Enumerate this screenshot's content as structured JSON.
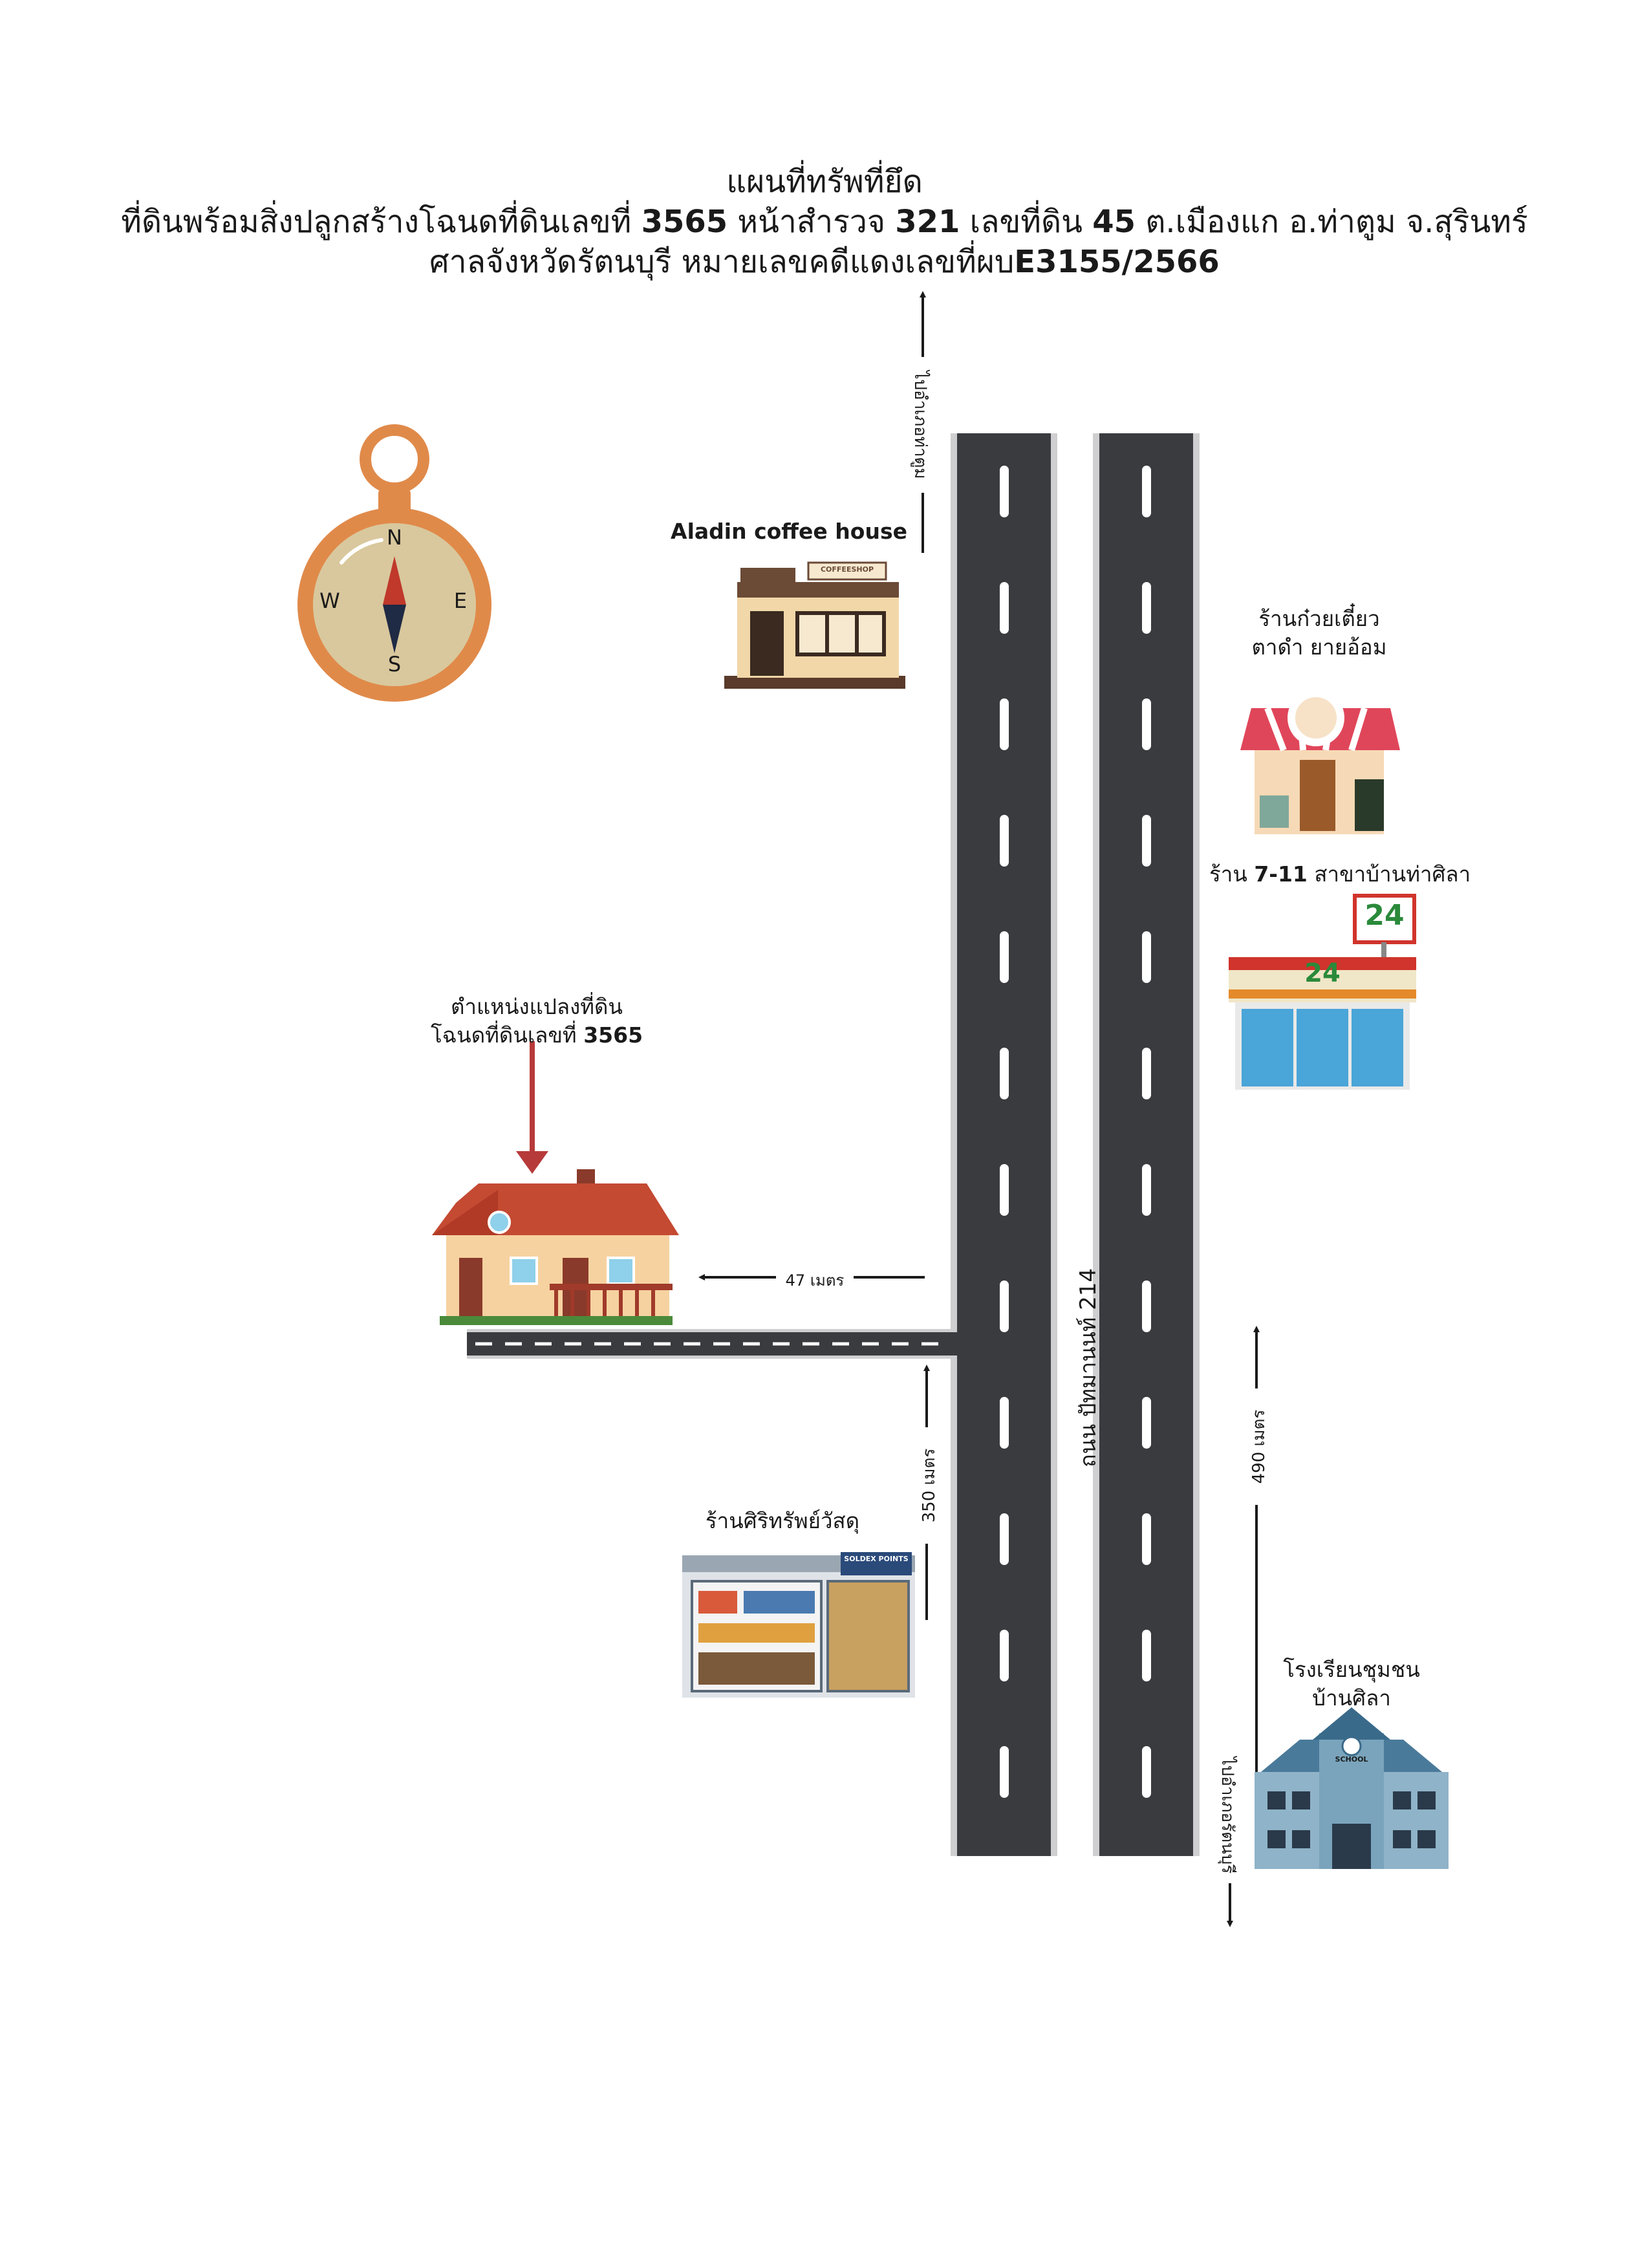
{
  "title": {
    "line1": "แผนที่ทรัพที่ยึด",
    "line2_a": "ที่ดินพร้อมสิ่งปลูกสร้างโฉนดที่ดินเลขที่ ",
    "line2_deed": "3565",
    "line2_b": " หน้าสำรวจ ",
    "line2_survey": "321",
    "line2_c": " เลขที่ดิน ",
    "line2_land": "45",
    "line2_d": " ต.เมืองแก อ.ท่าตูม จ.สุรินทร์",
    "line3_a": "ศาลจังหวัดรัตนบุรี หมายเลขคดีแดงเลขที่ผบ",
    "line3_case": "E3155/2566"
  },
  "compass": {
    "n": "N",
    "s": "S",
    "e": "E",
    "w": "W"
  },
  "landmarks": {
    "coffee": "Aladin coffee house",
    "coffee_sign": "COFFEESHOP",
    "noodle_line1": "ร้านก๋วยเตี๋ยว",
    "noodle_line2": "ตาดำ ยายอ้อม",
    "seven_a": "ร้าน ",
    "seven_b": "7-11",
    "seven_c": "  สาขาบ้านท่าศิลา",
    "seven_sign": "24",
    "plot_line1": "ตำแหน่งแปลงที่ดิน",
    "plot_line2_a": "โฉนดที่ดินเลขที่ ",
    "plot_line2_b": "3565",
    "hardware": "ร้านศิริทรัพย์วัสดุ",
    "hardware_sign": "SOLDEX POINTS",
    "school_line1": "โรงเรียนชุมชน",
    "school_line2": "บ้านศิลา",
    "school_sign": "SCHOOL"
  },
  "road": {
    "name": "ถนน ปัทมานนท์ 214"
  },
  "distances": {
    "plot": "47 เมตร",
    "hardware": "350 เมตร",
    "school": "490 เมตร"
  },
  "directions": {
    "north": "ไปอำเภอท่าตูม",
    "south": "ไปอำเภอรัตนบุรี"
  },
  "colors": {
    "road": "#3a3b3f",
    "marker": "#b73a3a",
    "roof": "#c44a32",
    "compass": "#e08a4a"
  }
}
